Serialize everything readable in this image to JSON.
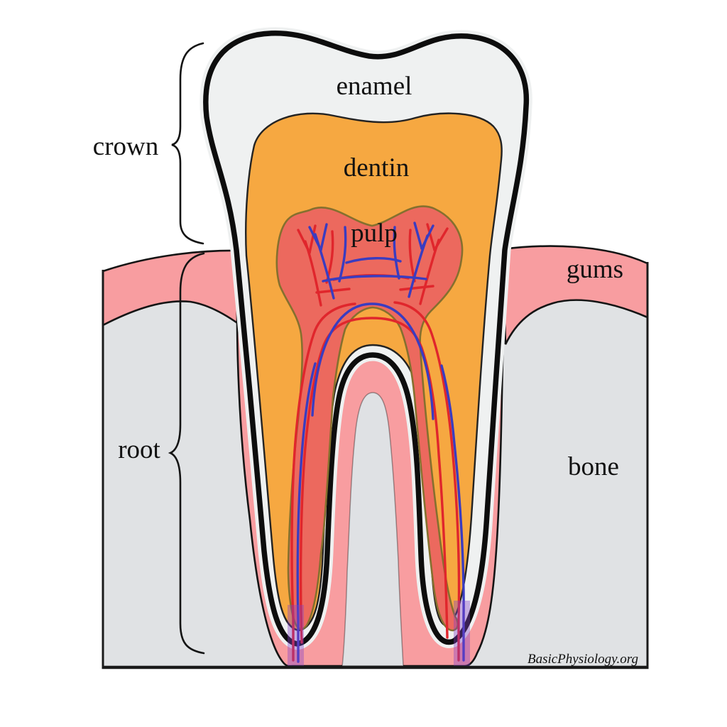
{
  "diagram": {
    "type": "anatomy-illustration",
    "subject": "tooth cross-section",
    "labels": {
      "enamel": "enamel",
      "crown": "crown",
      "dentin": "dentin",
      "pulp": "pulp",
      "gums": "gums",
      "root": "root",
      "bone": "bone"
    },
    "attribution": "BasicPhysiology.org",
    "colors": {
      "enamel": "#eff1f1",
      "dentin": "#f6a841",
      "pulp": "#ec695e",
      "gums": "#f89da0",
      "bone": "#e0e2e4",
      "bone_tongue": "#dfe1e4",
      "vessel_red": "#e0262c",
      "vessel_blue": "#3a3cc0",
      "canal_outline": "#85702e",
      "outline": "#0d0d0d",
      "bundle_purple": "rgba(128,64,200,0.38)"
    }
  }
}
